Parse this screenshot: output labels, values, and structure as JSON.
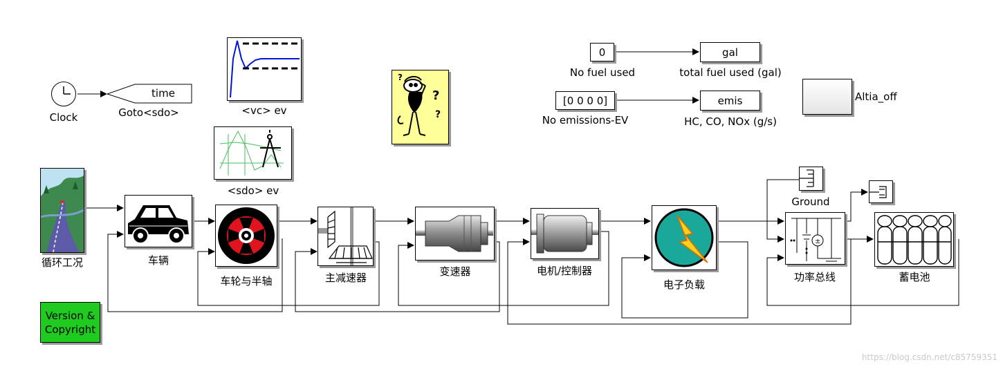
{
  "blocks": {
    "clock_label": "Clock",
    "goto_text": "time",
    "goto_label": "Goto<sdo>",
    "scope_vc_label": "<vc> ev",
    "scope_sdo_label": "<sdo> ev",
    "cycle_label": "循环工况",
    "vehicle_label": "车辆",
    "wheel_label": "车轮与半轴",
    "final_drive_label": "主减速器",
    "gearbox_label": "变速器",
    "motor_label": "电机/控制器",
    "load_label": "电子负载",
    "bus_label": "功率总线",
    "battery_label": "蓄电池",
    "ground_label": "Ground",
    "fuel_const": "0",
    "fuel_const_label": "No fuel used",
    "gal_text": "gal",
    "gal_label": "total fuel used (gal)",
    "emis_const": "[0 0 0 0]",
    "emis_const_label": "No emissions-EV",
    "emis_text": "emis",
    "emis_label": "HC, CO, NOx (g/s)",
    "altia_label": "Altia_off",
    "version_text": "Version & Copyright"
  },
  "colors": {
    "version_bg": "#1fcb1f",
    "help_bg": "#ffff99",
    "wheel_red": "#e0141e",
    "load_teal": "#1aa89a",
    "bolt_yellow": "#ffd21a"
  },
  "watermark": "https://blog.csdn.net/c85759351"
}
